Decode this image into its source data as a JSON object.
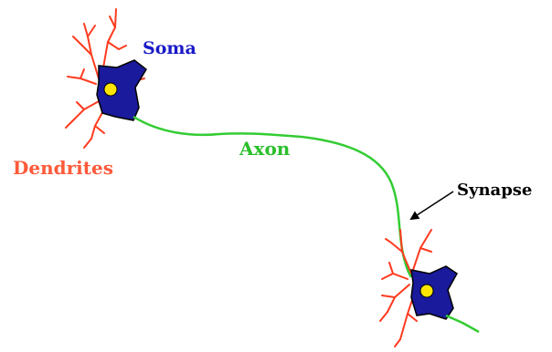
{
  "labels": {
    "soma": "Soma",
    "dendrites": "Dendrites",
    "axon": "Axon",
    "synapse": "Synapse"
  },
  "colors": {
    "soma_label": "#1a1ac8",
    "soma_fill": "#1a1a9c",
    "nucleus_fill": "#ffe600",
    "dendrite": "#ff3b1f",
    "dendrite_label": "#ff5a3a",
    "axon": "#33cc33",
    "axon_label": "#2bbf2b",
    "synapse_label": "#000000",
    "arrow": "#000000"
  }
}
